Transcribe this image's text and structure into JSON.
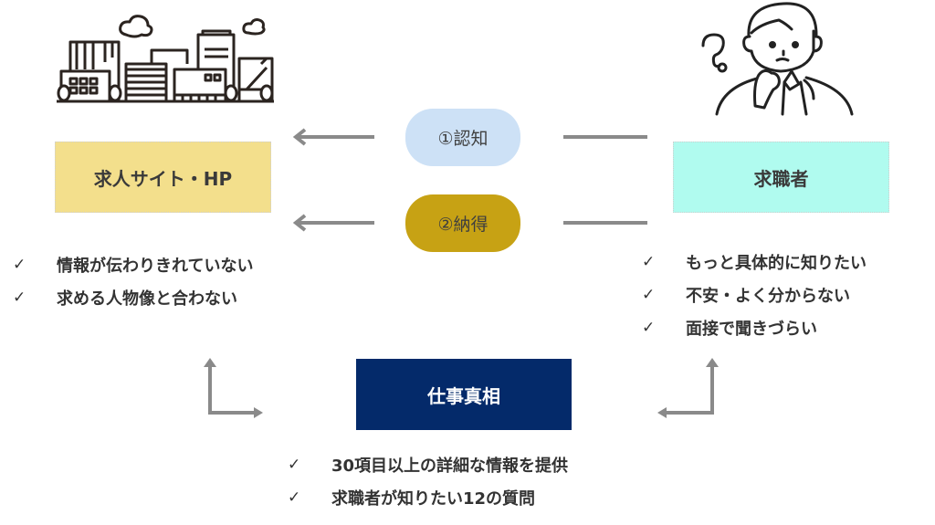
{
  "nodes": {
    "job_site": {
      "label": "求人サイト・HP",
      "color": "#f3df8c"
    },
    "job_seeker": {
      "label": "求職者",
      "color": "#b0fbef"
    },
    "center": {
      "label": "仕事真相",
      "color": "#042a6a"
    }
  },
  "steps": [
    {
      "label": "①認知",
      "color": "#cde1f6"
    },
    {
      "label": "②納得",
      "color": "#c7a214"
    }
  ],
  "lists": {
    "job_site_issues": [
      {
        "check": "✓",
        "text": "情報が伝わりきれていない"
      },
      {
        "check": "✓",
        "text": "求める人物像と合わない"
      }
    ],
    "job_seeker_issues": [
      {
        "check": "✓",
        "text": "もっと具体的に知りたい"
      },
      {
        "check": "✓",
        "text": "不安・よく分からない"
      },
      {
        "check": "✓",
        "text": "面接で聞きづらい"
      }
    ],
    "center_features": [
      {
        "check": "✓",
        "text": "30項目以上の詳細な情報を提供"
      },
      {
        "check": "✓",
        "text": "求職者が知りたい12の質問"
      }
    ]
  },
  "icons": {
    "city": "city-buildings-illustration",
    "person": "confused-person-illustration"
  },
  "arrow_color": "#8a8a8a"
}
